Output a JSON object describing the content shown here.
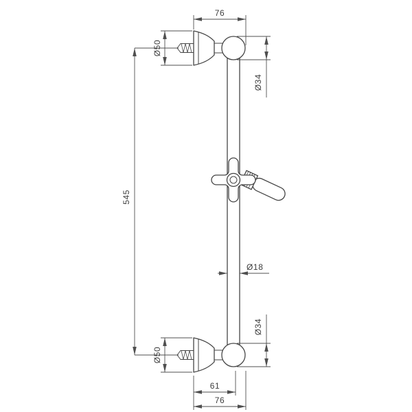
{
  "drawing": {
    "colors": {
      "background": "#ffffff",
      "object_line": "#454545",
      "dimension_line": "#4f4f4f",
      "text": "#3d3d3d"
    },
    "labels": {
      "top_width": "76",
      "top_flange_diameter": "Ø50",
      "top_ball_diameter": "Ø34",
      "overall_length": "545",
      "rail_diameter": "Ø18",
      "bottom_ball_diameter": "Ø34",
      "bottom_flange_diameter": "Ø50",
      "bottom_inner_width": "61",
      "bottom_width": "76"
    }
  }
}
